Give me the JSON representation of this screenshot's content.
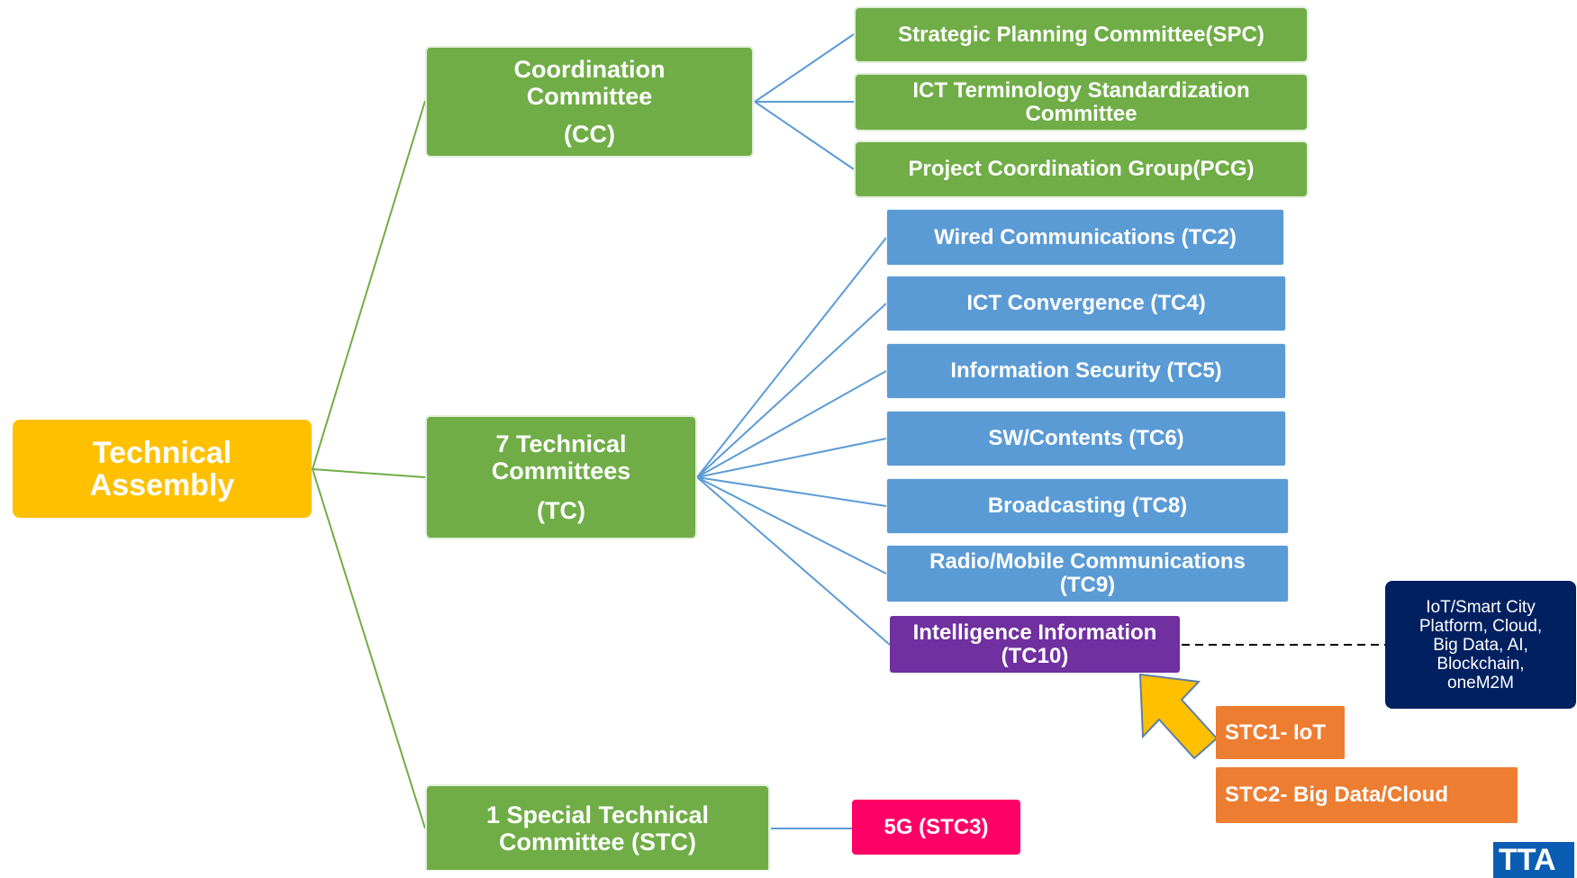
{
  "root": {
    "line1": "Technical",
    "line2": "Assembly"
  },
  "groups": {
    "cc": {
      "line1": "Coordination",
      "line2": "Committee",
      "abbr": "(CC)"
    },
    "tc": {
      "line1": "7 Technical",
      "line2": "Committees",
      "abbr": "(TC)"
    },
    "stc": {
      "line1": "1 Special Technical",
      "line2": "Committee (STC)"
    }
  },
  "cc_children": [
    {
      "label": "Strategic Planning Committee(SPC)"
    },
    {
      "line1": "ICT Terminology Standardization",
      "line2": "Committee"
    },
    {
      "label": "Project Coordination Group(PCG)"
    }
  ],
  "tc_children": [
    {
      "label": "Wired Communications (TC2)"
    },
    {
      "label": "ICT Convergence (TC4)"
    },
    {
      "label": "Information Security (TC5)"
    },
    {
      "label": "SW/Contents (TC6)"
    },
    {
      "label": "Broadcasting (TC8)"
    },
    {
      "line1": "Radio/Mobile Communications",
      "line2": "(TC9)"
    },
    {
      "line1": "Intelligence Information",
      "line2": "(TC10)"
    }
  ],
  "stc_children": [
    {
      "label": "5G (STC3)"
    }
  ],
  "subcommittees": [
    {
      "label": "STC1- IoT"
    },
    {
      "label": "STC2- Big Data/Cloud"
    }
  ],
  "note": {
    "lines": [
      "IoT/Smart City",
      "Platform, Cloud,",
      "Big Data, AI,",
      "Blockchain,",
      "oneM2M"
    ]
  },
  "logo": {
    "text": "TTA"
  },
  "colors": {
    "root": "#ffc000",
    "group": "#70ad47",
    "tc_child": "#5b9bd5",
    "tc10": "#7030a0",
    "subcommittee": "#ed7d31",
    "stc3": "#ff0066",
    "note": "#002060",
    "arrow": "#ffc000"
  }
}
